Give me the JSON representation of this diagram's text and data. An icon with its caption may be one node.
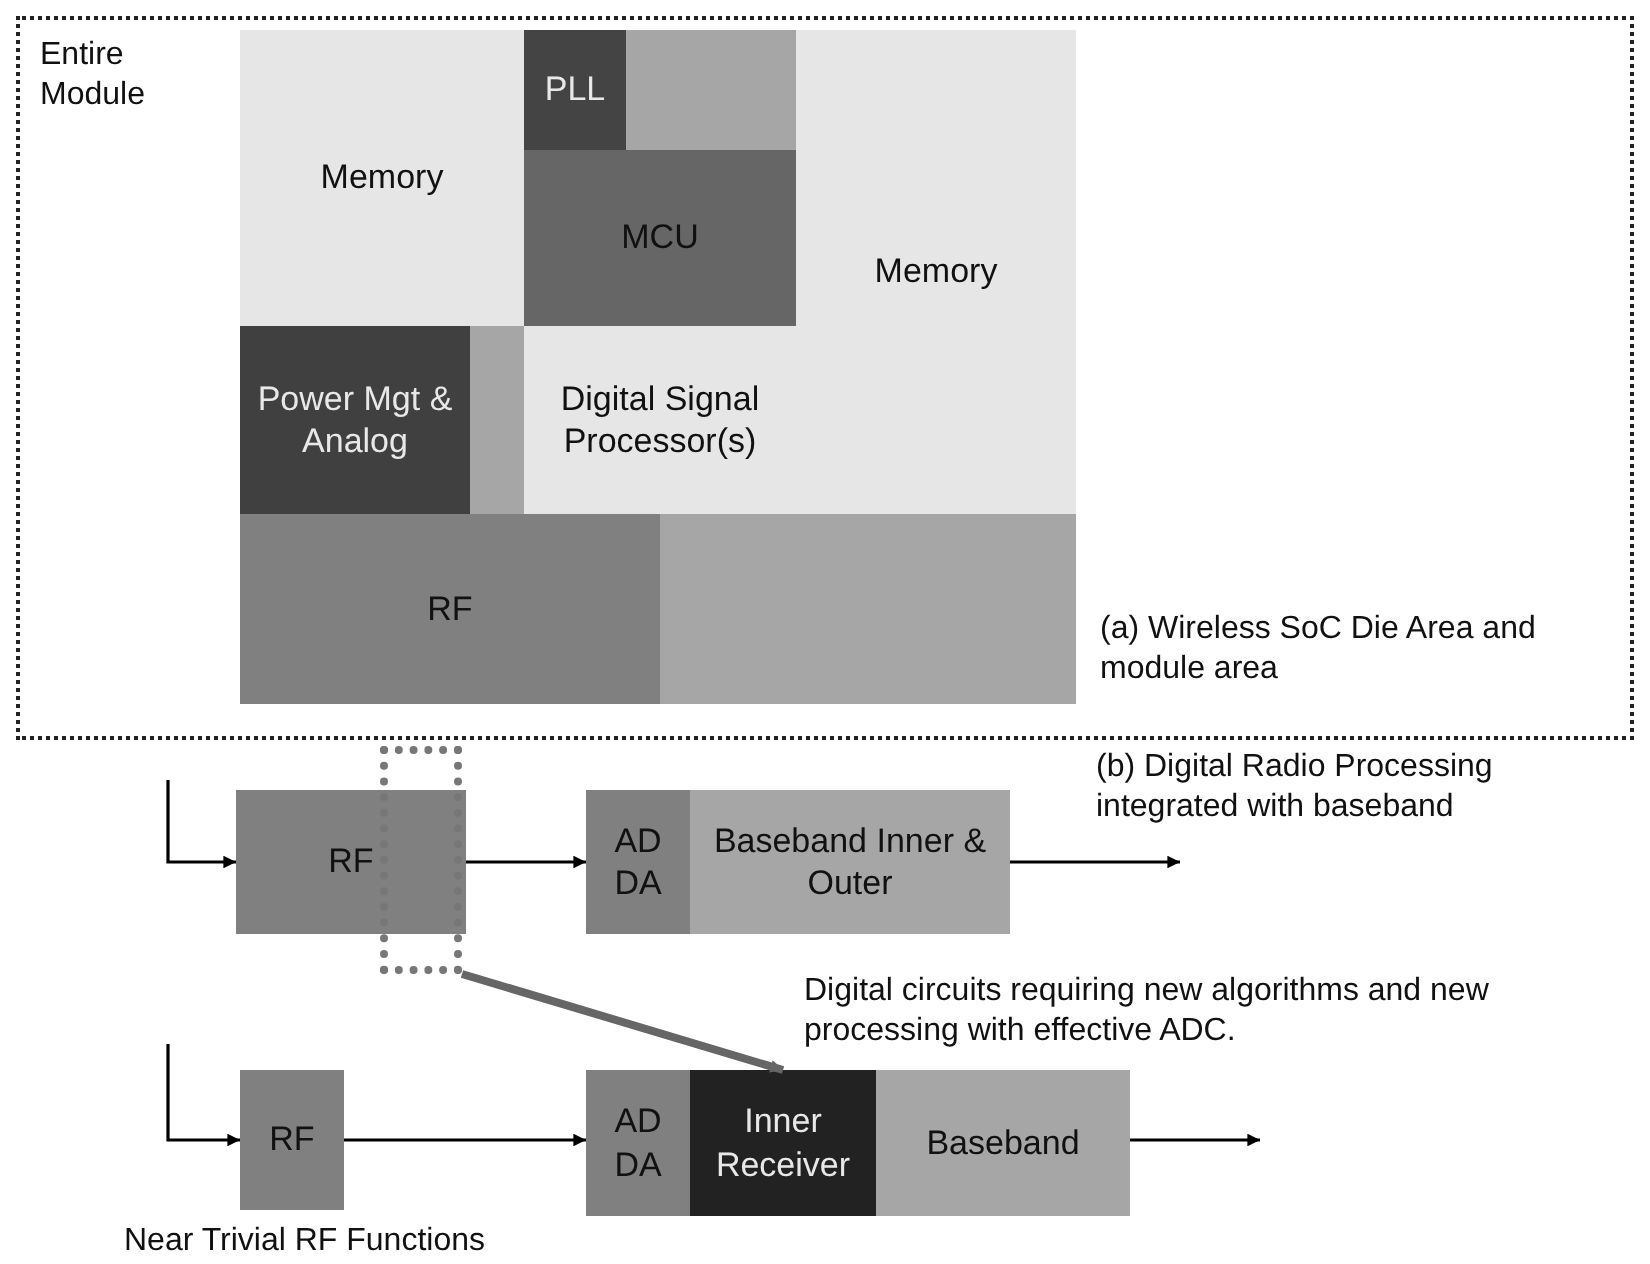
{
  "diagram": {
    "nodes": [
      {
        "text": [
          "Entire Module"
        ]
      },
      {
        "text": [
          "Memory"
        ],
        "in": 0
      },
      {
        "text": [
          "PLL"
        ],
        "in": 0
      },
      {
        "text": [],
        "shape": "box",
        "in": 0
      },
      {
        "text": [
          "MCU"
        ],
        "in": 0
      },
      {
        "text": [
          "Memory"
        ],
        "in": 0
      },
      {
        "text": [
          "Power Mgt & Analog"
        ],
        "in": 0
      },
      {
        "text": [],
        "shape": "box",
        "in": 0
      },
      {
        "text": [
          "Digital Signal Processor(s)"
        ],
        "in": 0
      },
      {
        "text": [
          "RF"
        ],
        "in": 0
      },
      {
        "text": [],
        "shape": "box",
        "in": 0
      },
      {
        "text": [
          "RF"
        ]
      },
      {
        "text": [
          "AD DA"
        ]
      },
      {
        "text": [
          "Baseband Inner & Outer"
        ]
      },
      {
        "text": [],
        "shape": "box"
      },
      {
        "text": [
          "RF"
        ],
        "beside": [
          "Near Trivial RF Functions"
        ]
      },
      {
        "text": [
          "AD DA"
        ]
      },
      {
        "text": [
          "Inner Receiver"
        ]
      },
      {
        "text": [
          "Baseband"
        ]
      }
    ],
    "edges": [
      {
        "from": null,
        "to": 11,
        "arrow": "to"
      },
      {
        "from": 11,
        "to": 12,
        "arrow": "to"
      },
      {
        "from": 13,
        "to": null,
        "arrow": "to"
      },
      {
        "from": 14,
        "to": 17,
        "arrow": "to",
        "style": "thick",
        "color": "#666666"
      },
      {
        "from": null,
        "to": 15,
        "arrow": "to"
      },
      {
        "from": 15,
        "to": 16,
        "arrow": "to"
      },
      {
        "from": 18,
        "to": null,
        "arrow": "to"
      }
    ],
    "labels": [
      "(a) Wireless SoC Die Area and module area",
      "(b) Digital Radio Processing integrated with baseband",
      "Digital circuits requiring new algorithms and new processing with effective ADC."
    ]
  }
}
